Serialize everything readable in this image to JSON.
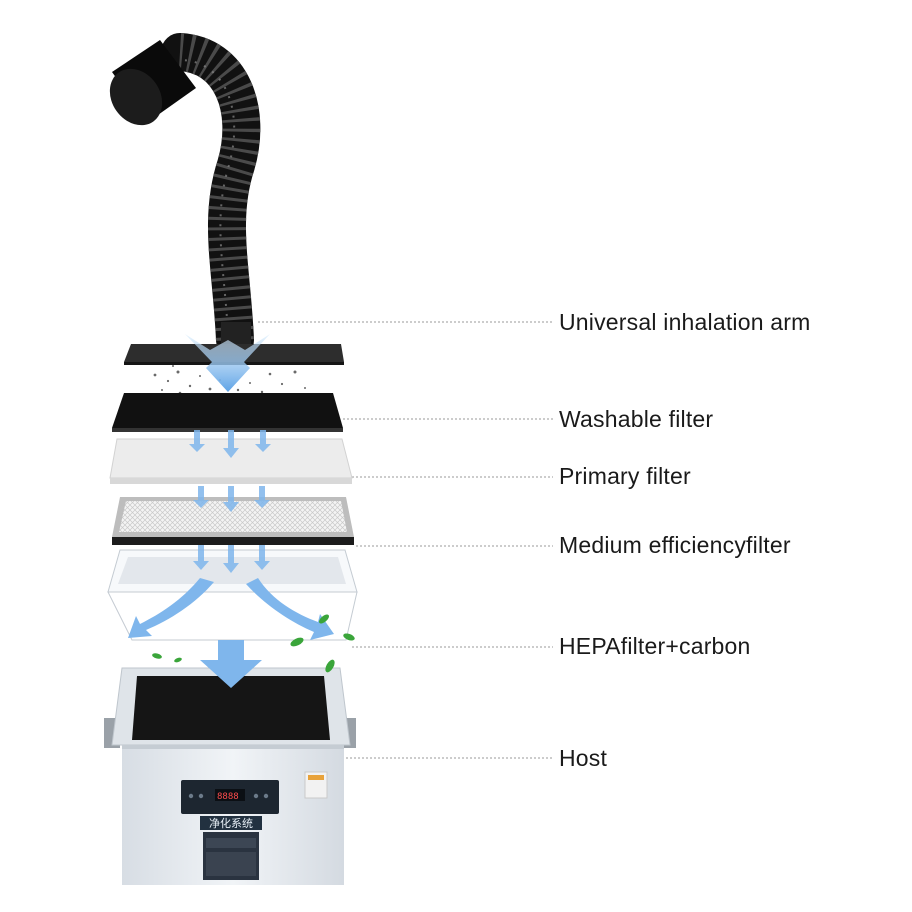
{
  "callouts": [
    {
      "label": "Universal inhalation arm"
    },
    {
      "label": "Washable filter"
    },
    {
      "label": "Primary filter"
    },
    {
      "label": "Medium efficiencyfilter"
    },
    {
      "label": "HEPAfilter+carbon"
    },
    {
      "label": "Host"
    }
  ],
  "panel_text": "净化系统",
  "colors": {
    "airflow": "#7fb6ec",
    "hose": "#111111",
    "leaf": "#3aa53a",
    "host_body": "#e8ecf1",
    "leader_line": "#9a9a9a"
  }
}
